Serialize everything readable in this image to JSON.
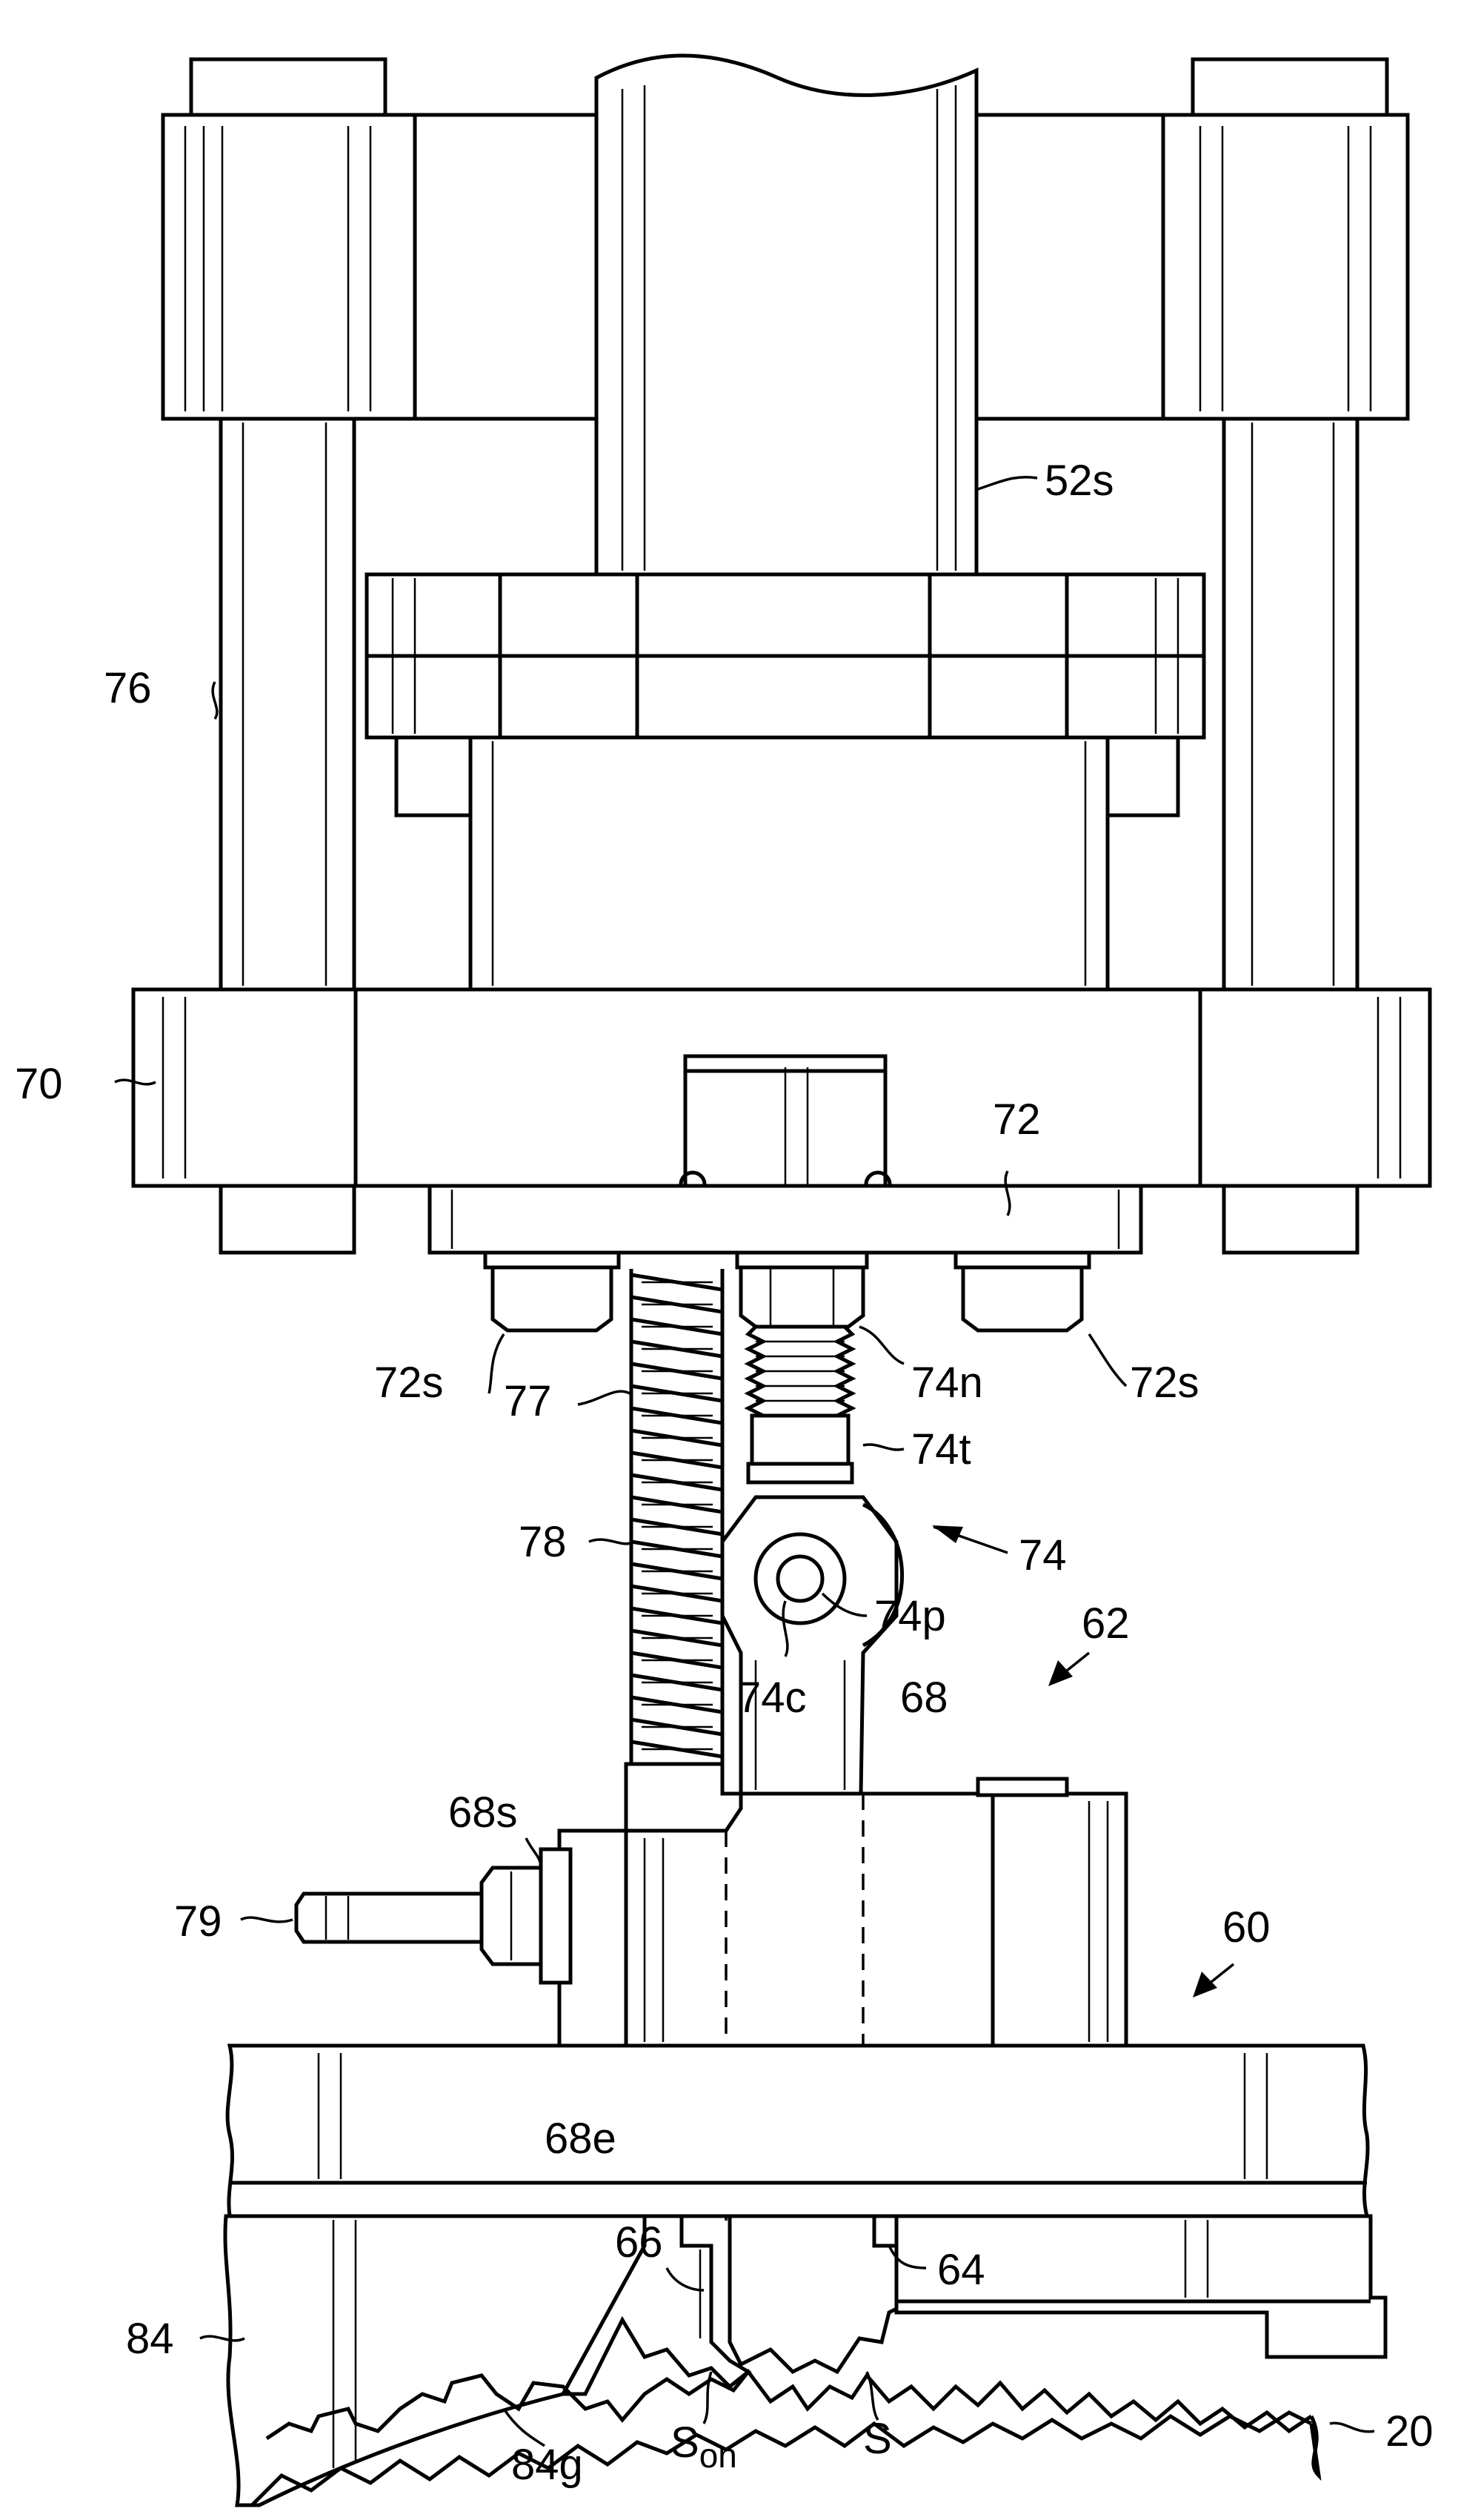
{
  "figure": {
    "labels": {
      "l52s": "52s",
      "l76": "76",
      "l70": "70",
      "l72": "72",
      "l72s_left": "72s",
      "l72s_right": "72s",
      "l74n": "74n",
      "l77": "77",
      "l74t": "74t",
      "l78": "78",
      "l74": "74",
      "l74p": "74p",
      "l62": "62",
      "l74c": "74c",
      "l68": "68",
      "l68s": "68s",
      "l79": "79",
      "l60": "60",
      "l68e": "68e",
      "l66": "66",
      "l64": "64",
      "l84": "84",
      "l84g": "84g",
      "l_son_base": "S",
      "l_son_sub": "on",
      "l_s": "S",
      "l20": "20"
    }
  }
}
